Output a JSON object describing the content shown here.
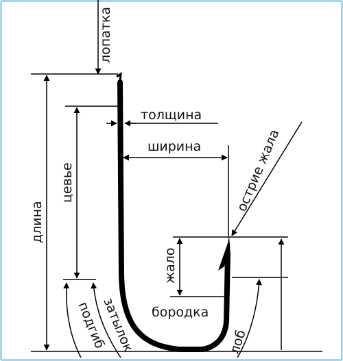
{
  "diagram": {
    "labels": {
      "shank_eye": "лопатка",
      "thickness": "толщина",
      "width": "ширина",
      "point_tip": "острие жала",
      "length": "длина",
      "shank": "цевье",
      "point": "жало",
      "barb": "бородка",
      "bend": "подгиб",
      "back": "затылок",
      "forehead": "лоб"
    }
  },
  "style": {
    "frame_color": "#a9d4ec",
    "line_color": "#000000"
  }
}
